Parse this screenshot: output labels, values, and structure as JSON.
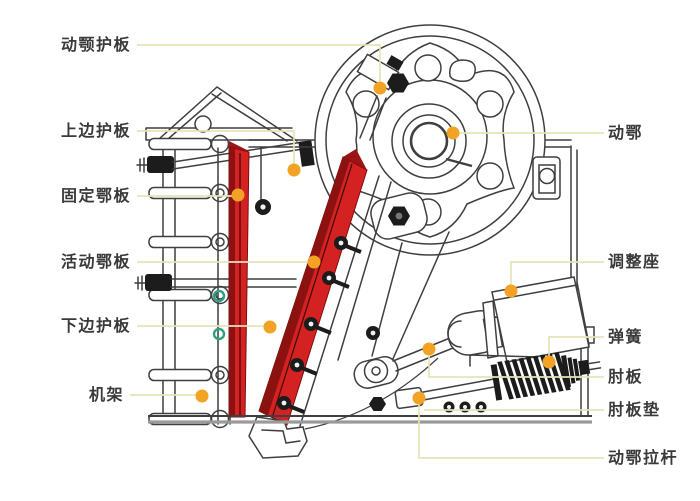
{
  "diagram": {
    "subject": "jaw-crusher-structure-diagram",
    "callouts": [
      {
        "text": "动颚护板",
        "side": "left"
      },
      {
        "text": "上边护板",
        "side": "left"
      },
      {
        "text": "固定鄂板",
        "side": "left"
      },
      {
        "text": "活动鄂板",
        "side": "left"
      },
      {
        "text": "下边护板",
        "side": "left"
      },
      {
        "text": "机架",
        "side": "left"
      },
      {
        "text": "动鄂",
        "side": "right"
      },
      {
        "text": "调整座",
        "side": "right"
      },
      {
        "text": "弹簧",
        "side": "right"
      },
      {
        "text": "肘板",
        "side": "right"
      },
      {
        "text": "肘板垫",
        "side": "right"
      },
      {
        "text": "动鄂拉杆",
        "side": "right"
      }
    ],
    "colors": {
      "jaw_plate_red": "#d42222",
      "jaw_plate_dark_red": "#8c1212",
      "callout_dot": "#f2a325",
      "leader_line": "#e7e3b9",
      "drawing_line": "#3f3f3f"
    }
  }
}
